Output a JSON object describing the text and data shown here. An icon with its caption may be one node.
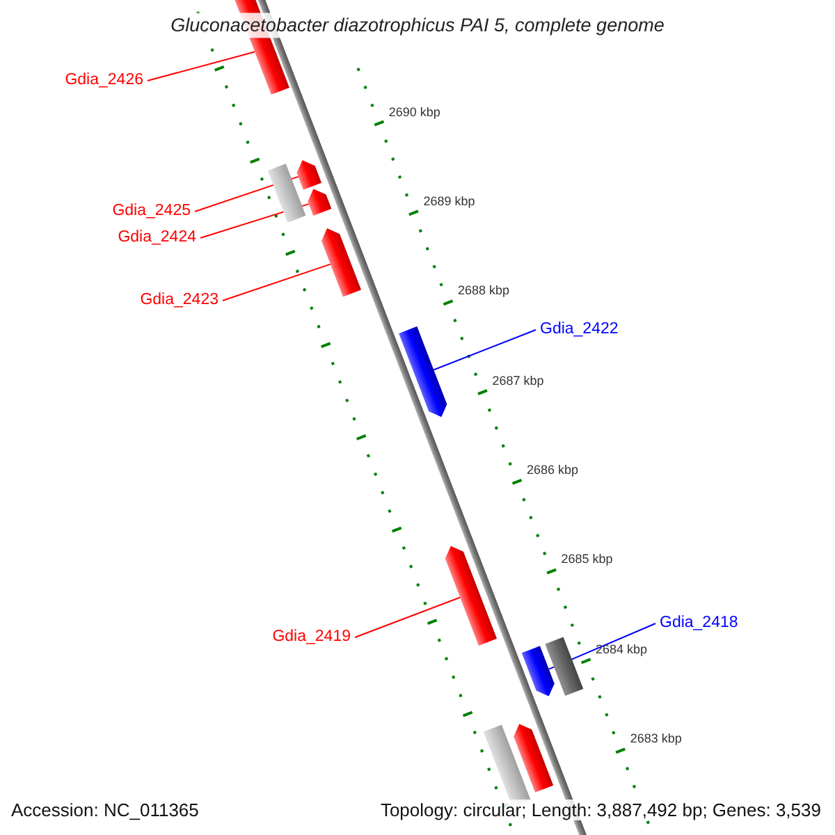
{
  "diagram": {
    "title": "Gluconacetobacter diazotrophicus PAI 5, complete genome",
    "nodes": [
      {
        "text": [],
        "shape": "bar"
      },
      {
        "text": [
          "Gdia_2426"
        ]
      },
      {
        "text": [],
        "shape": "bar"
      },
      {
        "text": [],
        "shape": "bar"
      },
      {
        "text": [],
        "shape": "bar"
      },
      {
        "text": [
          "Gdia_2425"
        ]
      },
      {
        "text": [
          "Gdia_2424"
        ]
      },
      {
        "text": [],
        "shape": "bar"
      },
      {
        "text": [
          "Gdia_2423"
        ]
      },
      {
        "text": [
          "Gdia_2422"
        ]
      },
      {
        "text": [],
        "shape": "bar"
      },
      {
        "text": [],
        "shape": "bar"
      },
      {
        "text": [
          "Gdia_2418"
        ]
      },
      {
        "text": [
          "Gdia_2419"
        ]
      },
      {
        "text": [],
        "shape": "bar"
      },
      {
        "text": [],
        "shape": "bar"
      },
      {
        "text": [],
        "shape": "bar"
      },
      {
        "text": [],
        "shape": "bar"
      }
    ],
    "edges": [
      {
        "from": 1,
        "to": 0,
        "arrow": "none"
      },
      {
        "from": 5,
        "to": 2,
        "arrow": "none"
      },
      {
        "from": 6,
        "to": 4,
        "arrow": "none"
      },
      {
        "from": 8,
        "to": 7,
        "arrow": "none"
      },
      {
        "from": 9,
        "to": 10,
        "arrow": "none",
        "color": "#0000ff"
      },
      {
        "from": 12,
        "to": 15,
        "arrow": "none",
        "color": "#0000ff"
      },
      {
        "from": 13,
        "to": 11,
        "arrow": "none"
      }
    ],
    "labels": [
      "2690 kbp",
      "2689 kbp",
      "2688 kbp",
      "2687 kbp",
      "2686 kbp",
      "2685 kbp",
      "2684 kbp",
      "2683 kbp",
      "Accession: NC_011365",
      "Topology: circular; Length: 3,887,492 bp; Genes: 3,539"
    ]
  }
}
